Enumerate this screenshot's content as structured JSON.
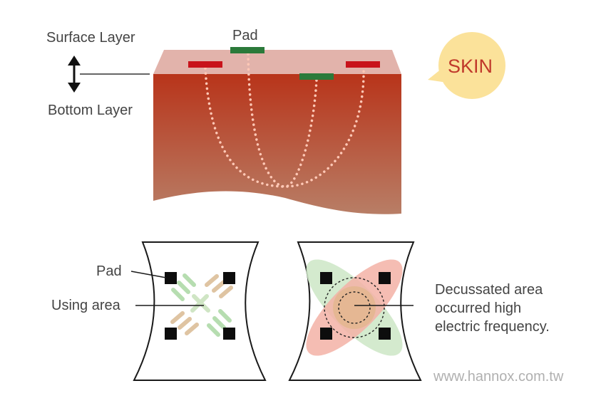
{
  "diagram": {
    "top": {
      "surface_label": "Surface Layer",
      "bottom_label": "Bottom Layer",
      "pad_label": "Pad",
      "bubble_label": "SKIN"
    },
    "bottom": {
      "pad_label": "Pad",
      "using_label": "Using area",
      "decussated_lines": [
        "Decussated area",
        "occurred high",
        "electric frequency."
      ]
    },
    "watermark": "www.hannox.com.tw",
    "colors": {
      "skin_top": "#b8341a",
      "skin_bottom": "#b87e66",
      "surface": "#e2b3ab",
      "pad_red": "#c8131b",
      "pad_green": "#2b7a3a",
      "bubble": "#fbe29a",
      "bubble_text": "#c0392b",
      "ellipse_green": "#cfe8c9",
      "ellipse_red": "#f3b1a6",
      "overlap": "#e3b790"
    }
  }
}
